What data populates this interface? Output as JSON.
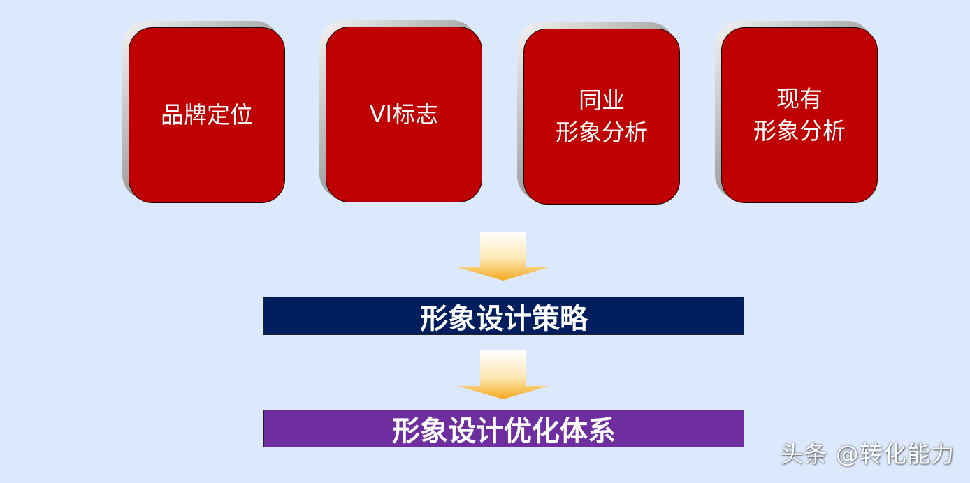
{
  "boxes": [
    {
      "lines": [
        "品牌定位"
      ]
    },
    {
      "lines": [
        "VI标志"
      ]
    },
    {
      "lines": [
        "同业",
        "形象分析"
      ]
    },
    {
      "lines": [
        "现有",
        "形象分析"
      ]
    }
  ],
  "strategy_bar": {
    "label": "形象设计策略"
  },
  "system_bar": {
    "label": "形象设计优化体系"
  },
  "watermark": {
    "text": "头条 @转化能力"
  },
  "colors": {
    "background": "#dce8fb",
    "box_fill": "#be0000",
    "strategy_bar": "#001e5e",
    "system_bar": "#6f2ea0",
    "arrow": "#f9b233"
  }
}
